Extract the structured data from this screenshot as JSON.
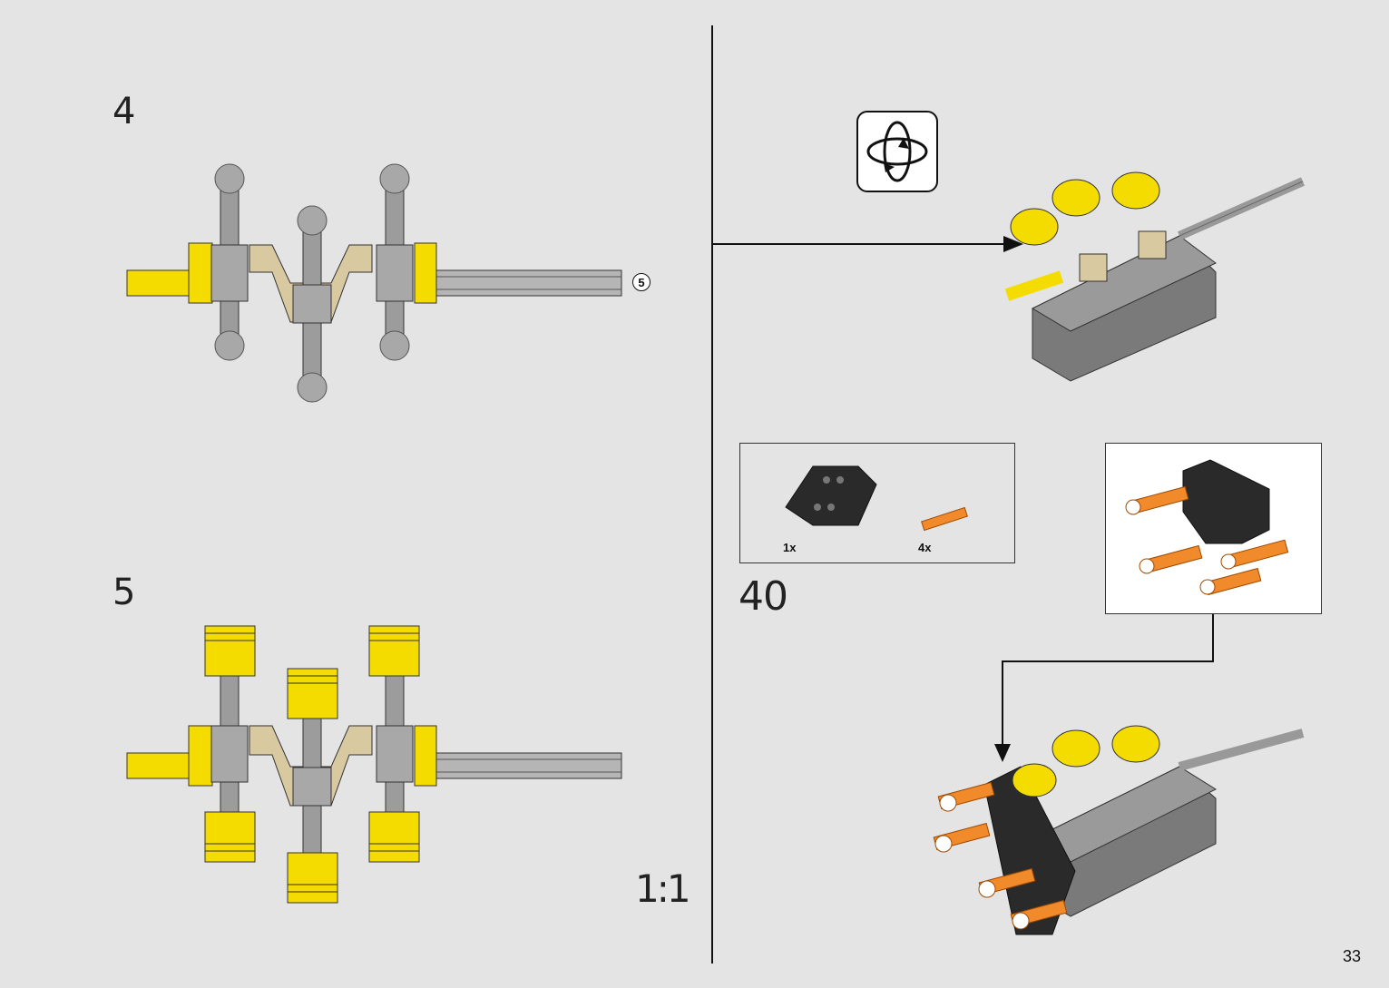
{
  "steps": {
    "step4": {
      "number": "4"
    },
    "step5": {
      "number": "5"
    },
    "step40": {
      "number": "40"
    }
  },
  "callout": {
    "submodel_ref": "5"
  },
  "scale": {
    "label": "1:1"
  },
  "parts_list": [
    {
      "name": "black-frame-part",
      "qty": "1x"
    },
    {
      "name": "orange-pin-part",
      "qty": "4x"
    }
  ],
  "icons": {
    "rotate": "rotate-model-icon"
  },
  "page": {
    "number": "33"
  },
  "colors": {
    "yellow": "#f5dc00",
    "gray": "#9c9c9c",
    "tan": "#d9c9a0",
    "orange": "#f08a2a",
    "black": "#2a2a2a"
  }
}
